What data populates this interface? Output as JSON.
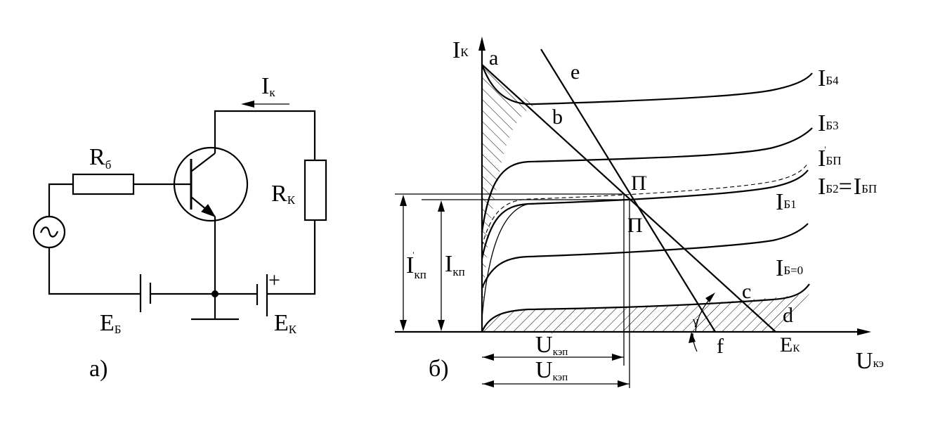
{
  "circuit": {
    "current_I": "I",
    "current_I_sub": "к",
    "resistor_base_R": "R",
    "resistor_base_sub": "б",
    "resistor_collector_R": "R",
    "resistor_collector_sub": "К",
    "source_base_E": "E",
    "source_base_sub": "Б",
    "source_collector_E": "E",
    "source_collector_sub": "К",
    "plus_sign": "+",
    "caption": "а)"
  },
  "graph": {
    "caption": "б)",
    "y_axis_I": "I",
    "y_axis_sub": "К",
    "x_axis_U": "U",
    "x_axis_sub": "кэ",
    "point_labels": {
      "a": "a",
      "b": "b",
      "c": "c",
      "d": "d",
      "e": "e",
      "f": "f",
      "P": "П",
      "P_prime": "П",
      "prime": "'",
      "gamma": "γ",
      "E": "E",
      "E_sub": "К"
    },
    "curve_labels": {
      "i": "I",
      "b4_sub": "Б4",
      "b3_sub": "Б3",
      "bp_prime_sub": "БП",
      "b2_sub": "Б2",
      "equals": "=",
      "bp_sub": "БП",
      "b1_sub": "Б1",
      "b0_sub": "Б=0"
    },
    "dimensions": {
      "i_kp_prime": "I",
      "i_kp_prime_sub": "кп",
      "i_kp": "I",
      "i_kp_sub": "кп",
      "u_kep_prime": "U",
      "u_kep_prime_sub": "кэп",
      "u_kep": "U",
      "u_kep_sub": "кэп",
      "prime": "'"
    }
  },
  "colors": {
    "ink": "#000000",
    "paper": "#ffffff"
  }
}
